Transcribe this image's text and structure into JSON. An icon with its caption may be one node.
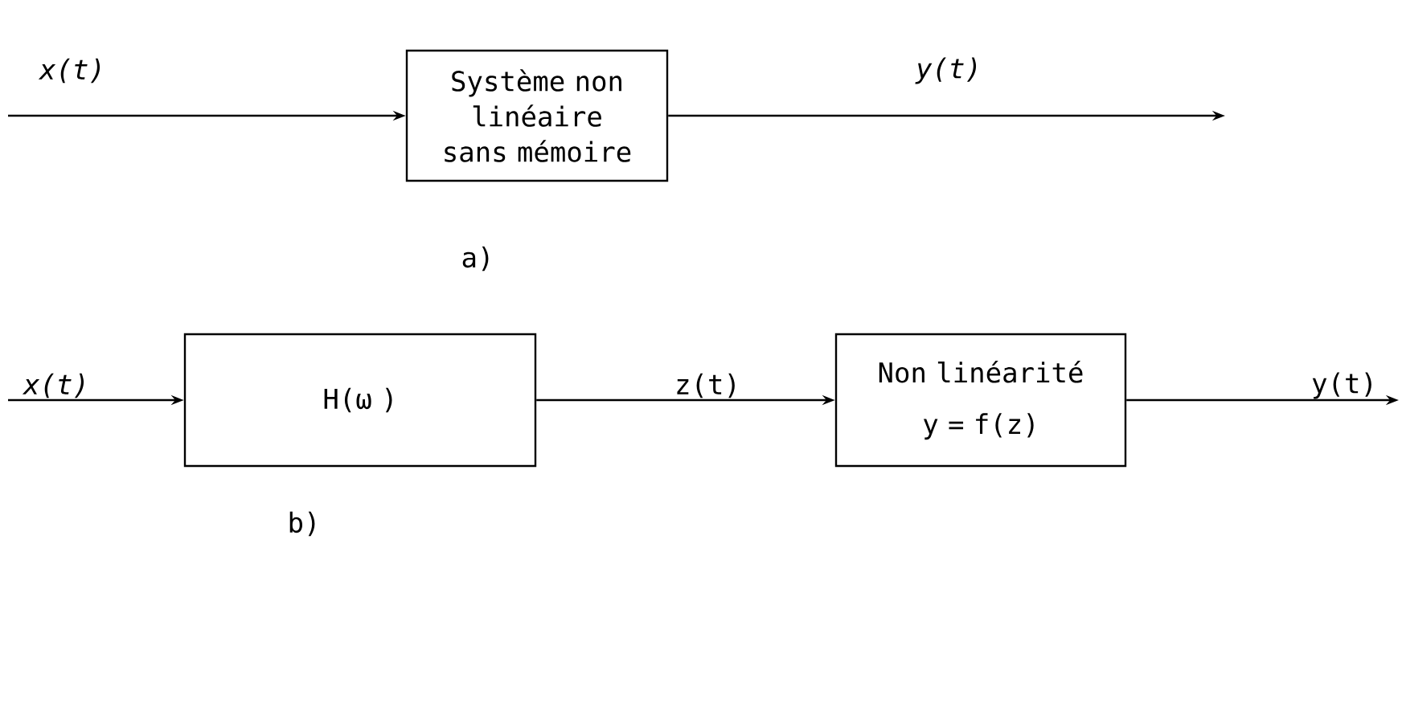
{
  "diagram": {
    "nodes": [
      {
        "text": [
          "Système non linéaire sans mémoire"
        ]
      },
      {
        "text": [
          "H(ω )"
        ]
      },
      {
        "text": [
          "Non linéarité",
          "y = f(z)"
        ]
      }
    ],
    "edges": [
      {
        "from": null,
        "to": 0,
        "arrow": "to",
        "label": "x(t)"
      },
      {
        "from": 0,
        "to": null,
        "arrow": "to",
        "label": "y(t)"
      },
      {
        "from": null,
        "to": 1,
        "arrow": "to",
        "label": "x(t)"
      },
      {
        "from": 1,
        "to": 2,
        "arrow": "to",
        "label": "z(t)"
      },
      {
        "from": 2,
        "to": null,
        "arrow": "to",
        "label": "y(t)"
      }
    ],
    "labels": [
      "a)",
      "b)"
    ]
  }
}
